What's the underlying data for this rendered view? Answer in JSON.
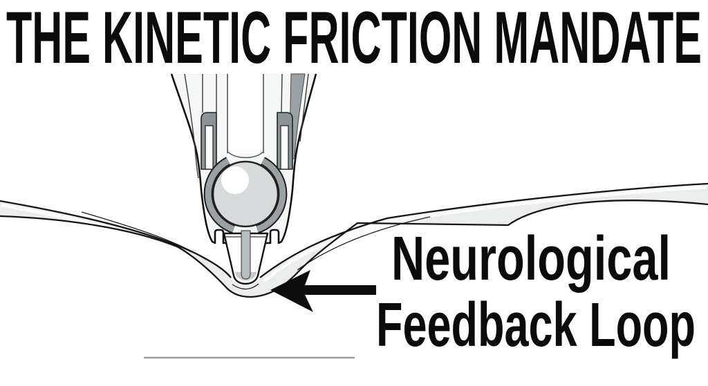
{
  "title": "THE KINETIC FRICTION MANDATE",
  "annotation": {
    "line1": "Neurological",
    "line2": "Feedback Loop"
  },
  "figure": {
    "subject": "ballpoint-pen-tip-cross-section-pressing-into-paper",
    "parts": [
      "pen-barrel",
      "retainer-clips",
      "ball-socket-ring",
      "ballpoint-ball",
      "ink-channel",
      "tip-cone",
      "paper-surface",
      "indicator-arrow",
      "baseline-rule"
    ]
  },
  "colors": {
    "ink_black": "#0c0c0c",
    "paper_gray": "#ebecec",
    "pen_body_gray": "#f5f6f6",
    "metal_gray": "#8d9497",
    "dark_shade_gray": "#9aa1a4",
    "ball_gray": "#d6dadb",
    "channel_gray": "#b7bcbe",
    "underline_gray": "#9a9a9a",
    "background": "#ffffff"
  }
}
